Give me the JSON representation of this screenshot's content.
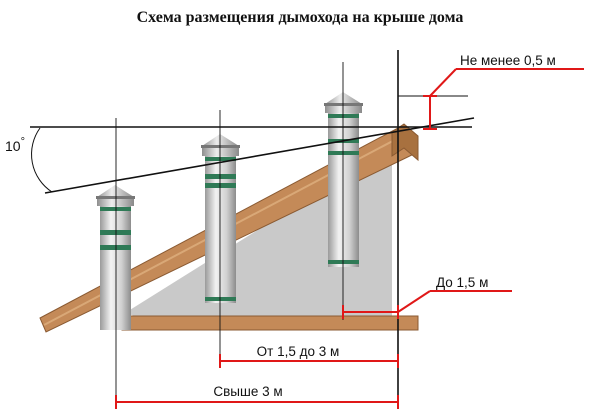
{
  "title": "Схема размещения дымохода на крыше дома",
  "angle_label": "10",
  "angle_unit": "°",
  "labels": {
    "min_height": "Не менее 0,5 м",
    "up_to": "До 1,5 м",
    "from_to": "От 1,5 до 3 м",
    "over": "Свыше 3 м"
  },
  "colors": {
    "dimension": "#e01818",
    "roof_wood": "#c48a58",
    "roof_edge": "#8a5a32",
    "wall": "#c9c9c9",
    "chimney": "#d6d6d6",
    "chimney_band": "#2f7a56",
    "lines": "#111111"
  }
}
